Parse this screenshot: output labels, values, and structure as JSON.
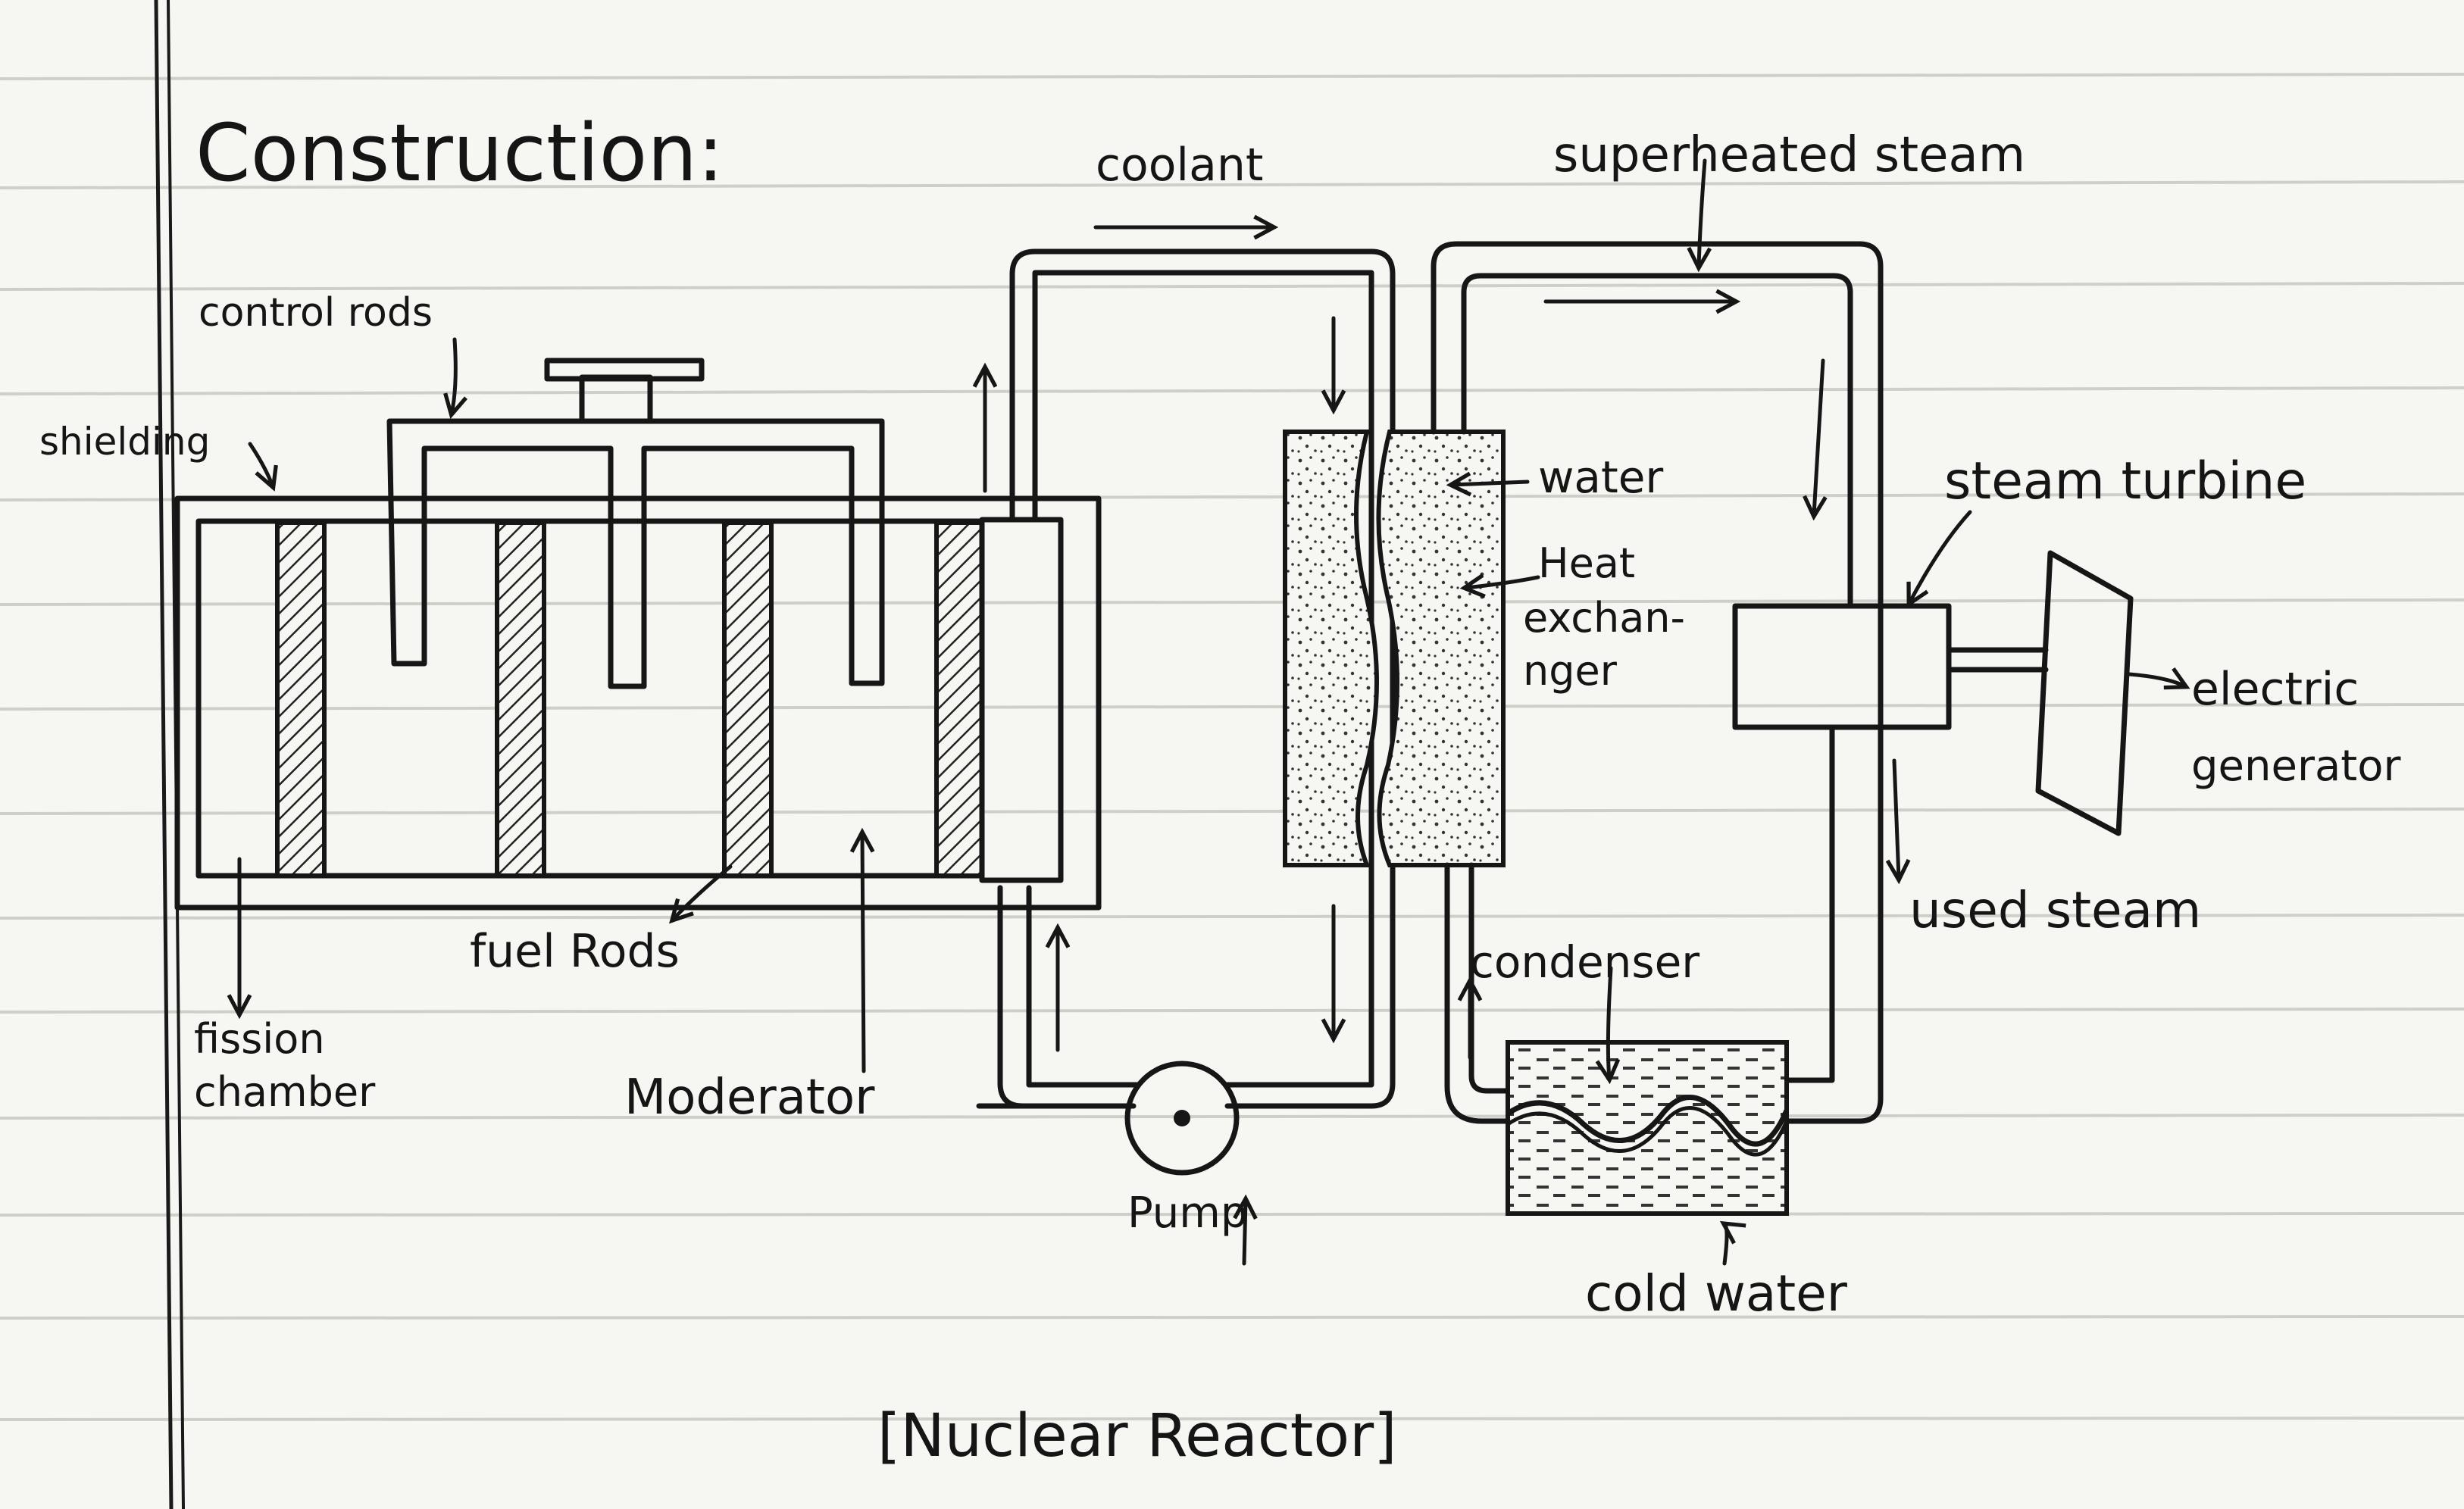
{
  "heading": "Construction:",
  "caption": "[Nuclear Reactor]",
  "labels": {
    "control_rods": "control rods",
    "shielding": "shielding",
    "coolant": "coolant",
    "superheated_steam": "superheated steam",
    "water": "water",
    "heat_exchanger_line1": "Heat",
    "heat_exchanger_line2": "exchan-",
    "heat_exchanger_line3": "nger",
    "steam_turbine": "steam turbine",
    "electric_generator_line1": "electric",
    "electric_generator_line2": "generator",
    "used_steam": "used steam",
    "condenser": "condenser",
    "fuel_rods": "fuel Rods",
    "fission_chamber_line1": "fission",
    "fission_chamber_line2": "chamber",
    "moderator": "Moderator",
    "pump": "Pump",
    "cold_water": "cold water"
  }
}
